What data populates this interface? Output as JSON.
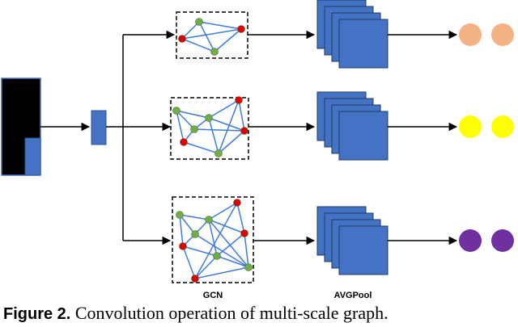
{
  "labels": {
    "gcn": "GCN",
    "avgpool": "AVGPool"
  },
  "caption": {
    "lead": "Figure 2.",
    "text": " Convolution operation of multi-scale graph."
  },
  "colors": {
    "input_block": "#000000",
    "feature_blue": "#4472C4",
    "edge_blue": "#3E7BE0",
    "node_green": "#70AD47",
    "node_red": "#E00000",
    "row1_output": "#F4B183",
    "row2_output": "#FFFF00",
    "row3_output": "#7030A0"
  }
}
